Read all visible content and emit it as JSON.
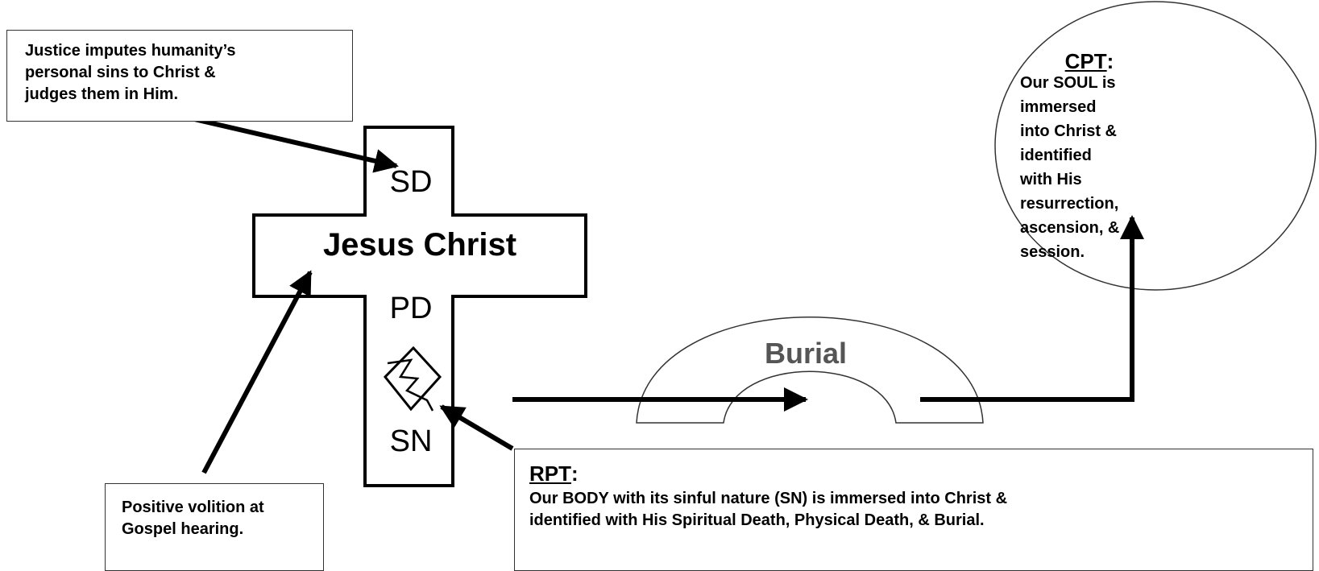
{
  "justice_box": {
    "lines": [
      "Justice imputes humanity’s",
      "personal sins to Christ &",
      "judges them in Him."
    ]
  },
  "cross": {
    "title": "Jesus Christ",
    "sd": "SD",
    "pd": "PD",
    "sn": "SN"
  },
  "burial": {
    "label": "Burial"
  },
  "volition_box": {
    "lines": [
      "Positive volition at",
      "Gospel hearing."
    ]
  },
  "rpt": {
    "heading": "RPT",
    "colon": ":",
    "lines": [
      "Our BODY with its sinful nature (SN) is immersed into Christ &",
      "identified with His Spiritual Death, Physical Death, & Burial."
    ]
  },
  "cpt": {
    "heading": "CPT",
    "colon": ":",
    "lines": [
      "Our SOUL is immersed",
      "into Christ & identified",
      "with His resurrection,",
      "ascension, & session."
    ]
  },
  "colors": {
    "ink": "#000000",
    "burial_text": "#555555",
    "outline": "#333333"
  }
}
